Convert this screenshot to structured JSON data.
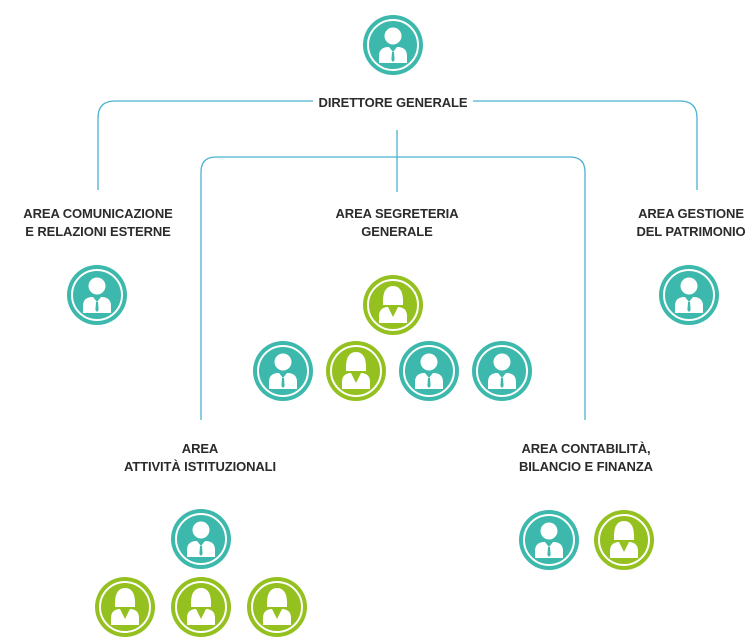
{
  "colors": {
    "teal": "#3cb8ac",
    "green": "#94c11f",
    "line": "#4bb2cf",
    "text": "#2b2b2b"
  },
  "top": {
    "label": "DIRETTORE GENERALE",
    "icon": "male-person-icon",
    "color": "teal"
  },
  "areas": {
    "comunicazione": {
      "line1": "AREA COMUNICAZIONE",
      "line2": "E RELAZIONI ESTERNE",
      "icons": [
        "male-person-icon"
      ]
    },
    "segreteria": {
      "line1": "AREA SEGRETERIA",
      "line2": "GENERALE",
      "icons": [
        "female-person-icon",
        "male-person-icon",
        "female-person-icon",
        "male-person-icon",
        "male-person-icon"
      ]
    },
    "patrimonio": {
      "line1": "AREA GESTIONE",
      "line2": "DEL PATRIMONIO",
      "icons": [
        "male-person-icon"
      ]
    },
    "istituzionali": {
      "line1": "AREA",
      "line2": "ATTIVITÀ ISTITUZIONALI",
      "icons": [
        "male-person-icon",
        "female-person-icon",
        "female-person-icon",
        "female-person-icon"
      ]
    },
    "contabilita": {
      "line1": "AREA CONTABILITÀ,",
      "line2": "BILANCIO E FINANZA",
      "icons": [
        "male-person-icon",
        "female-person-icon"
      ]
    }
  }
}
